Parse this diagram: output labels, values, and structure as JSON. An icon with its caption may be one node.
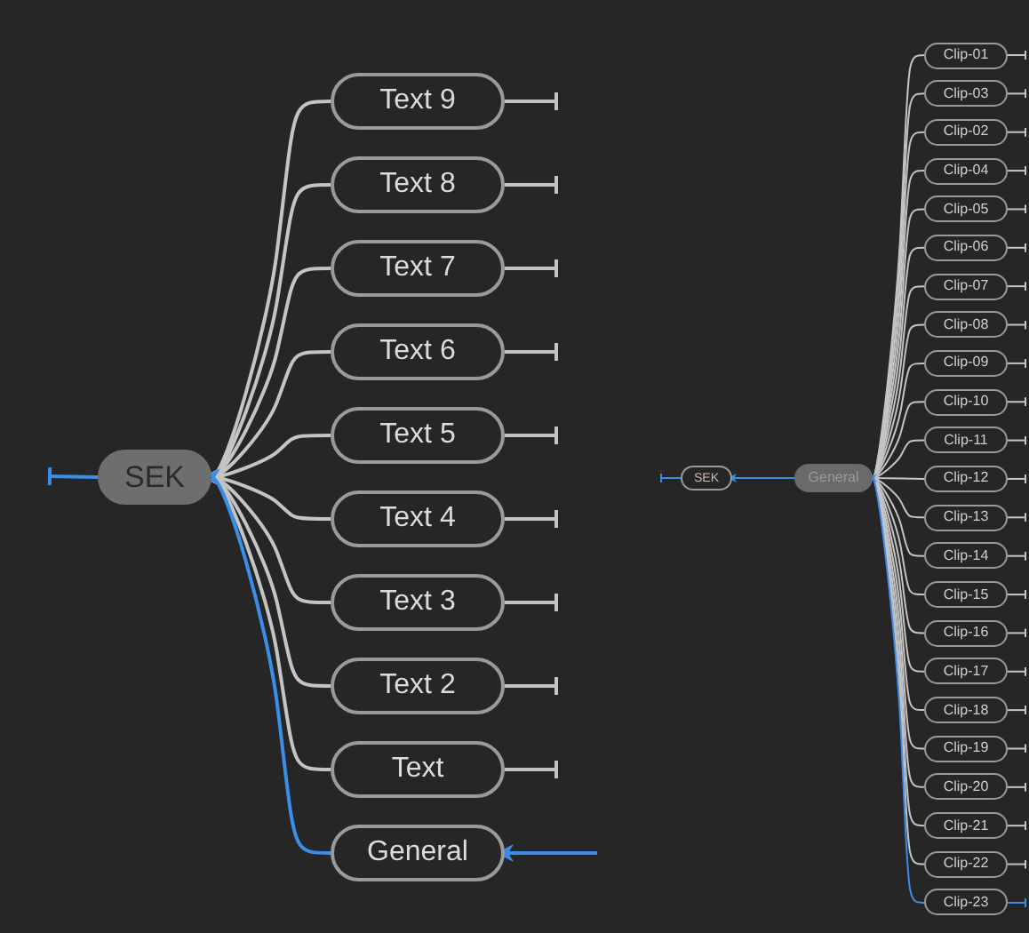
{
  "diagram": {
    "nodes": [
      {
        "text": [
          "SEK"
        ]
      },
      {
        "text": [
          "Text 9"
        ]
      },
      {
        "text": [
          "Text 8"
        ]
      },
      {
        "text": [
          "Text 7"
        ]
      },
      {
        "text": [
          "Text 6"
        ]
      },
      {
        "text": [
          "Text 5"
        ]
      },
      {
        "text": [
          "Text 4"
        ]
      },
      {
        "text": [
          "Text 3"
        ]
      },
      {
        "text": [
          "Text 2"
        ]
      },
      {
        "text": [
          "Text"
        ]
      },
      {
        "text": [
          "General"
        ]
      },
      {
        "text": [
          "SEK"
        ]
      },
      {
        "text": [
          "General"
        ]
      },
      {
        "text": [
          "Clip-01"
        ]
      },
      {
        "text": [
          "Clip-03"
        ]
      },
      {
        "text": [
          "Clip-02"
        ]
      },
      {
        "text": [
          "Clip-04"
        ]
      },
      {
        "text": [
          "Clip-05"
        ]
      },
      {
        "text": [
          "Clip-06"
        ]
      },
      {
        "text": [
          "Clip-07"
        ]
      },
      {
        "text": [
          "Clip-08"
        ]
      },
      {
        "text": [
          "Clip-09"
        ]
      },
      {
        "text": [
          "Clip-10"
        ]
      },
      {
        "text": [
          "Clip-11"
        ]
      },
      {
        "text": [
          "Clip-12"
        ]
      },
      {
        "text": [
          "Clip-13"
        ]
      },
      {
        "text": [
          "Clip-14"
        ]
      },
      {
        "text": [
          "Clip-15"
        ]
      },
      {
        "text": [
          "Clip-16"
        ]
      },
      {
        "text": [
          "Clip-17"
        ]
      },
      {
        "text": [
          "Clip-18"
        ]
      },
      {
        "text": [
          "Clip-19"
        ]
      },
      {
        "text": [
          "Clip-20"
        ]
      },
      {
        "text": [
          "Clip-21"
        ]
      },
      {
        "text": [
          "Clip-22"
        ]
      },
      {
        "text": [
          "Clip-23"
        ]
      }
    ],
    "edges": [
      {
        "from": 0,
        "to": null,
        "arrow": "other",
        "color": "#3b8ee8"
      },
      {
        "from": 1,
        "to": 0,
        "arrow": "to"
      },
      {
        "from": 2,
        "to": 0,
        "arrow": "to"
      },
      {
        "from": 3,
        "to": 0,
        "arrow": "to"
      },
      {
        "from": 4,
        "to": 0,
        "arrow": "to"
      },
      {
        "from": 5,
        "to": 0,
        "arrow": "to"
      },
      {
        "from": 6,
        "to": 0,
        "arrow": "to"
      },
      {
        "from": 7,
        "to": 0,
        "arrow": "to"
      },
      {
        "from": 8,
        "to": 0,
        "arrow": "to"
      },
      {
        "from": 9,
        "to": 0,
        "arrow": "to"
      },
      {
        "from": 1,
        "to": null,
        "arrow": "other"
      },
      {
        "from": 2,
        "to": null,
        "arrow": "other"
      },
      {
        "from": 3,
        "to": null,
        "arrow": "other"
      },
      {
        "from": 4,
        "to": null,
        "arrow": "other"
      },
      {
        "from": 5,
        "to": null,
        "arrow": "other"
      },
      {
        "from": 6,
        "to": null,
        "arrow": "other"
      },
      {
        "from": 7,
        "to": null,
        "arrow": "other"
      },
      {
        "from": 8,
        "to": null,
        "arrow": "other"
      },
      {
        "from": 9,
        "to": null,
        "arrow": "other"
      },
      {
        "from": 10,
        "to": 0,
        "arrow": "to",
        "color": "#3b8ee8"
      },
      {
        "from": null,
        "to": 10,
        "arrow": "to",
        "color": "#3b8ee8"
      },
      {
        "from": 11,
        "to": null,
        "arrow": "other",
        "color": "#3b8ee8"
      },
      {
        "from": 12,
        "to": 11,
        "arrow": "to",
        "color": "#3b8ee8"
      },
      {
        "from": 13,
        "to": 12,
        "arrow": "to"
      },
      {
        "from": 14,
        "to": 12,
        "arrow": "to"
      },
      {
        "from": 15,
        "to": 12,
        "arrow": "to"
      },
      {
        "from": 16,
        "to": 12,
        "arrow": "to"
      },
      {
        "from": 17,
        "to": 12,
        "arrow": "to"
      },
      {
        "from": 18,
        "to": 12,
        "arrow": "to"
      },
      {
        "from": 19,
        "to": 12,
        "arrow": "to"
      },
      {
        "from": 20,
        "to": 12,
        "arrow": "to"
      },
      {
        "from": 21,
        "to": 12,
        "arrow": "to"
      },
      {
        "from": 22,
        "to": 12,
        "arrow": "to"
      },
      {
        "from": 23,
        "to": 12,
        "arrow": "to"
      },
      {
        "from": 24,
        "to": 12,
        "arrow": "to"
      },
      {
        "from": 25,
        "to": 12,
        "arrow": "to"
      },
      {
        "from": 26,
        "to": 12,
        "arrow": "to"
      },
      {
        "from": 27,
        "to": 12,
        "arrow": "to"
      },
      {
        "from": 28,
        "to": 12,
        "arrow": "to"
      },
      {
        "from": 29,
        "to": 12,
        "arrow": "to"
      },
      {
        "from": 30,
        "to": 12,
        "arrow": "to"
      },
      {
        "from": 31,
        "to": 12,
        "arrow": "to"
      },
      {
        "from": 32,
        "to": 12,
        "arrow": "to"
      },
      {
        "from": 33,
        "to": 12,
        "arrow": "to"
      },
      {
        "from": 34,
        "to": 12,
        "arrow": "to"
      },
      {
        "from": 35,
        "to": 12,
        "arrow": "to",
        "color": "#3b8ee8"
      },
      {
        "from": 13,
        "to": null,
        "arrow": "other"
      },
      {
        "from": 14,
        "to": null,
        "arrow": "other"
      },
      {
        "from": 15,
        "to": null,
        "arrow": "other"
      },
      {
        "from": 16,
        "to": null,
        "arrow": "other"
      },
      {
        "from": 17,
        "to": null,
        "arrow": "other"
      },
      {
        "from": 18,
        "to": null,
        "arrow": "other"
      },
      {
        "from": 19,
        "to": null,
        "arrow": "other"
      },
      {
        "from": 20,
        "to": null,
        "arrow": "other"
      },
      {
        "from": 21,
        "to": null,
        "arrow": "other"
      },
      {
        "from": 22,
        "to": null,
        "arrow": "other"
      },
      {
        "from": 23,
        "to": null,
        "arrow": "other"
      },
      {
        "from": 24,
        "to": null,
        "arrow": "other"
      },
      {
        "from": 25,
        "to": null,
        "arrow": "other"
      },
      {
        "from": 26,
        "to": null,
        "arrow": "other"
      },
      {
        "from": 27,
        "to": null,
        "arrow": "other"
      },
      {
        "from": 28,
        "to": null,
        "arrow": "other"
      },
      {
        "from": 29,
        "to": null,
        "arrow": "other"
      },
      {
        "from": 30,
        "to": null,
        "arrow": "other"
      },
      {
        "from": 31,
        "to": null,
        "arrow": "other"
      },
      {
        "from": 32,
        "to": null,
        "arrow": "other"
      },
      {
        "from": 33,
        "to": null,
        "arrow": "other"
      },
      {
        "from": 34,
        "to": null,
        "arrow": "other"
      },
      {
        "from": 35,
        "to": null,
        "arrow": "other",
        "color": "#3b8ee8"
      }
    ]
  }
}
